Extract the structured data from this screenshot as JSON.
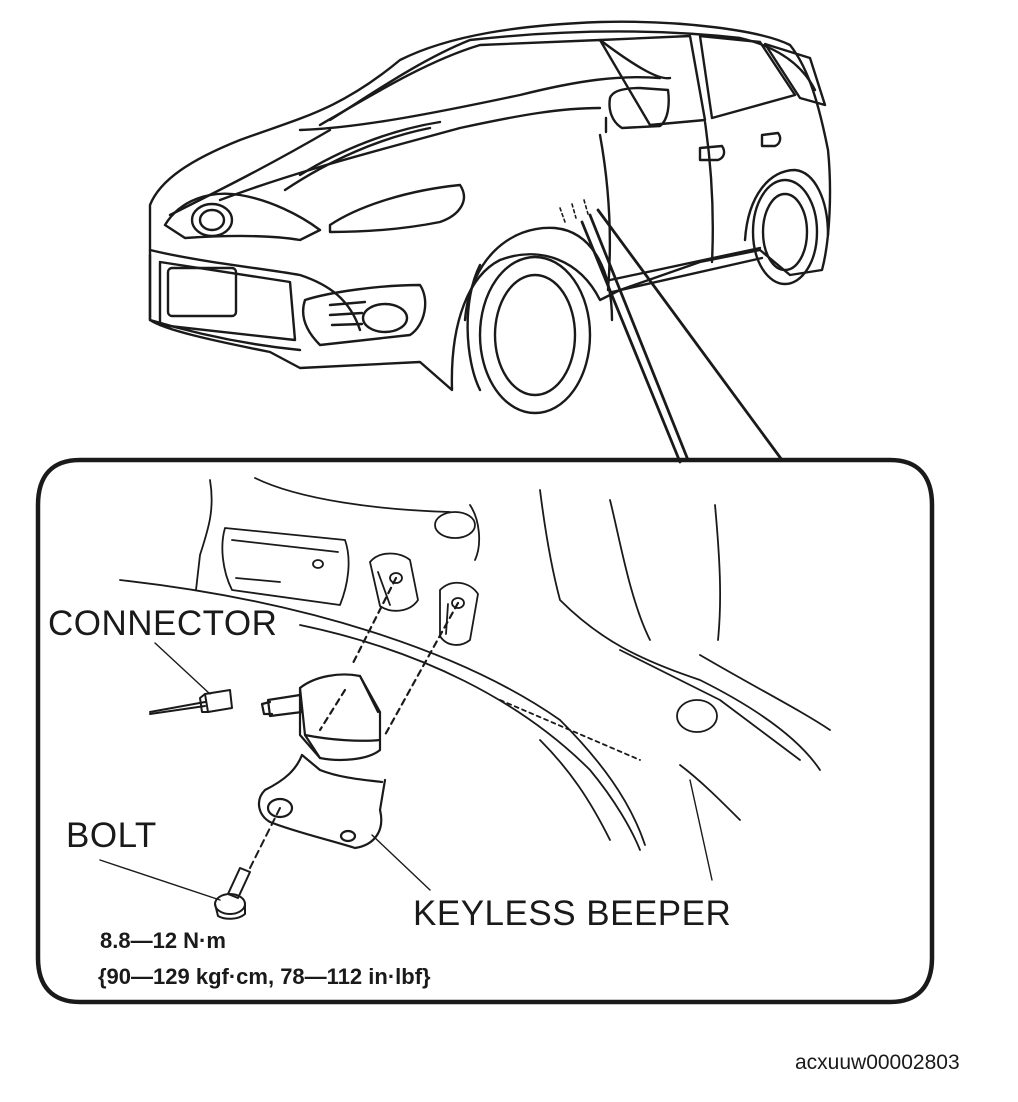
{
  "labels": {
    "connector": "CONNECTOR",
    "bolt": "BOLT",
    "keyless_beeper": "KEYLESS BEEPER"
  },
  "torque": {
    "metric": "8.8—12 N·m",
    "alternate": "{90—129 kgf·cm, 78—112 in·lbf}"
  },
  "figure_id": "acxuuw00002803",
  "colors": {
    "line": "#1a1a1a",
    "background": "#ffffff"
  }
}
